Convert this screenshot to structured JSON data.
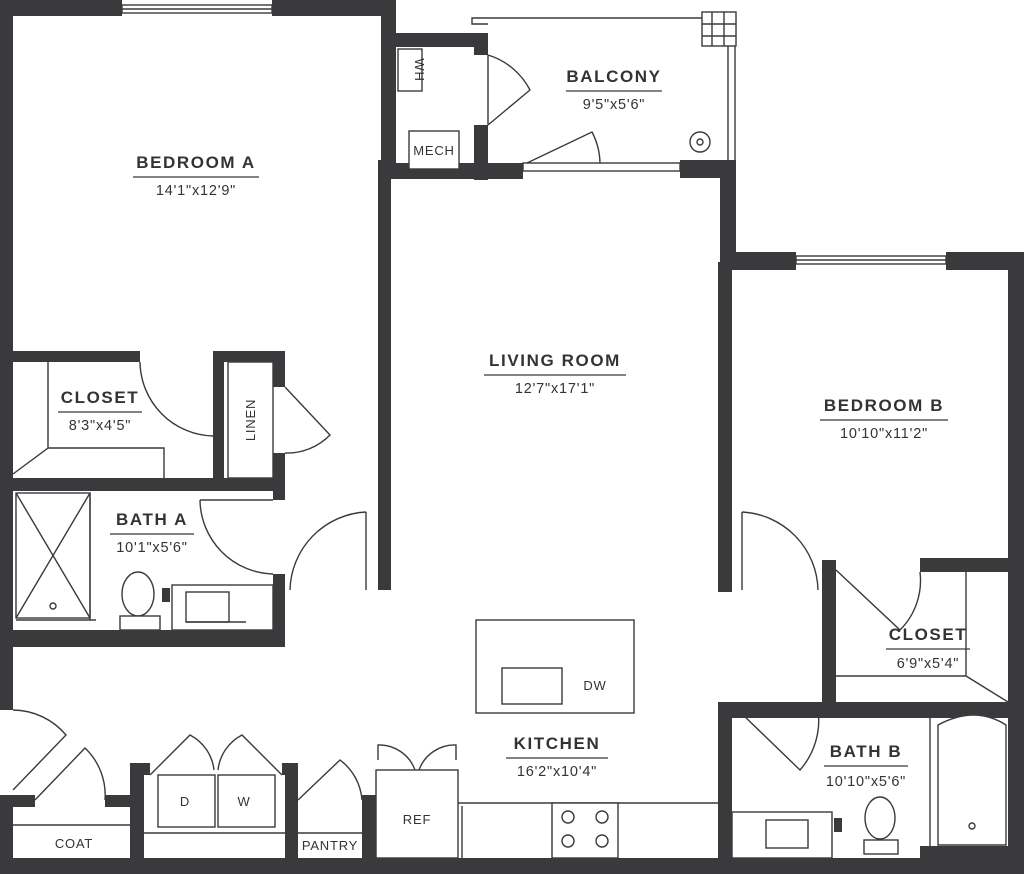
{
  "rooms": {
    "bedroom_a": {
      "name": "BEDROOM A",
      "dims": "14'1\"x12'9\""
    },
    "balcony": {
      "name": "BALCONY",
      "dims": "9'5\"x5'6\""
    },
    "living": {
      "name": "LIVING ROOM",
      "dims": "12'7\"x17'1\""
    },
    "closet_a": {
      "name": "CLOSET",
      "dims": "8'3\"x4'5\""
    },
    "bedroom_b": {
      "name": "BEDROOM B",
      "dims": "10'10\"x11'2\""
    },
    "bath_a": {
      "name": "BATH A",
      "dims": "10'1\"x5'6\""
    },
    "closet_b": {
      "name": "CLOSET",
      "dims": "6'9\"x5'4\""
    },
    "kitchen": {
      "name": "KITCHEN",
      "dims": "16'2\"x10'4\""
    },
    "bath_b": {
      "name": "BATH B",
      "dims": "10'10\"x5'6\""
    }
  },
  "labels": {
    "wh": "WH",
    "mech": "MECH",
    "linen": "LINEN",
    "dw": "DW",
    "ref": "REF",
    "dryer": "D",
    "washer": "W",
    "coat": "COAT",
    "pantry": "PANTRY"
  }
}
